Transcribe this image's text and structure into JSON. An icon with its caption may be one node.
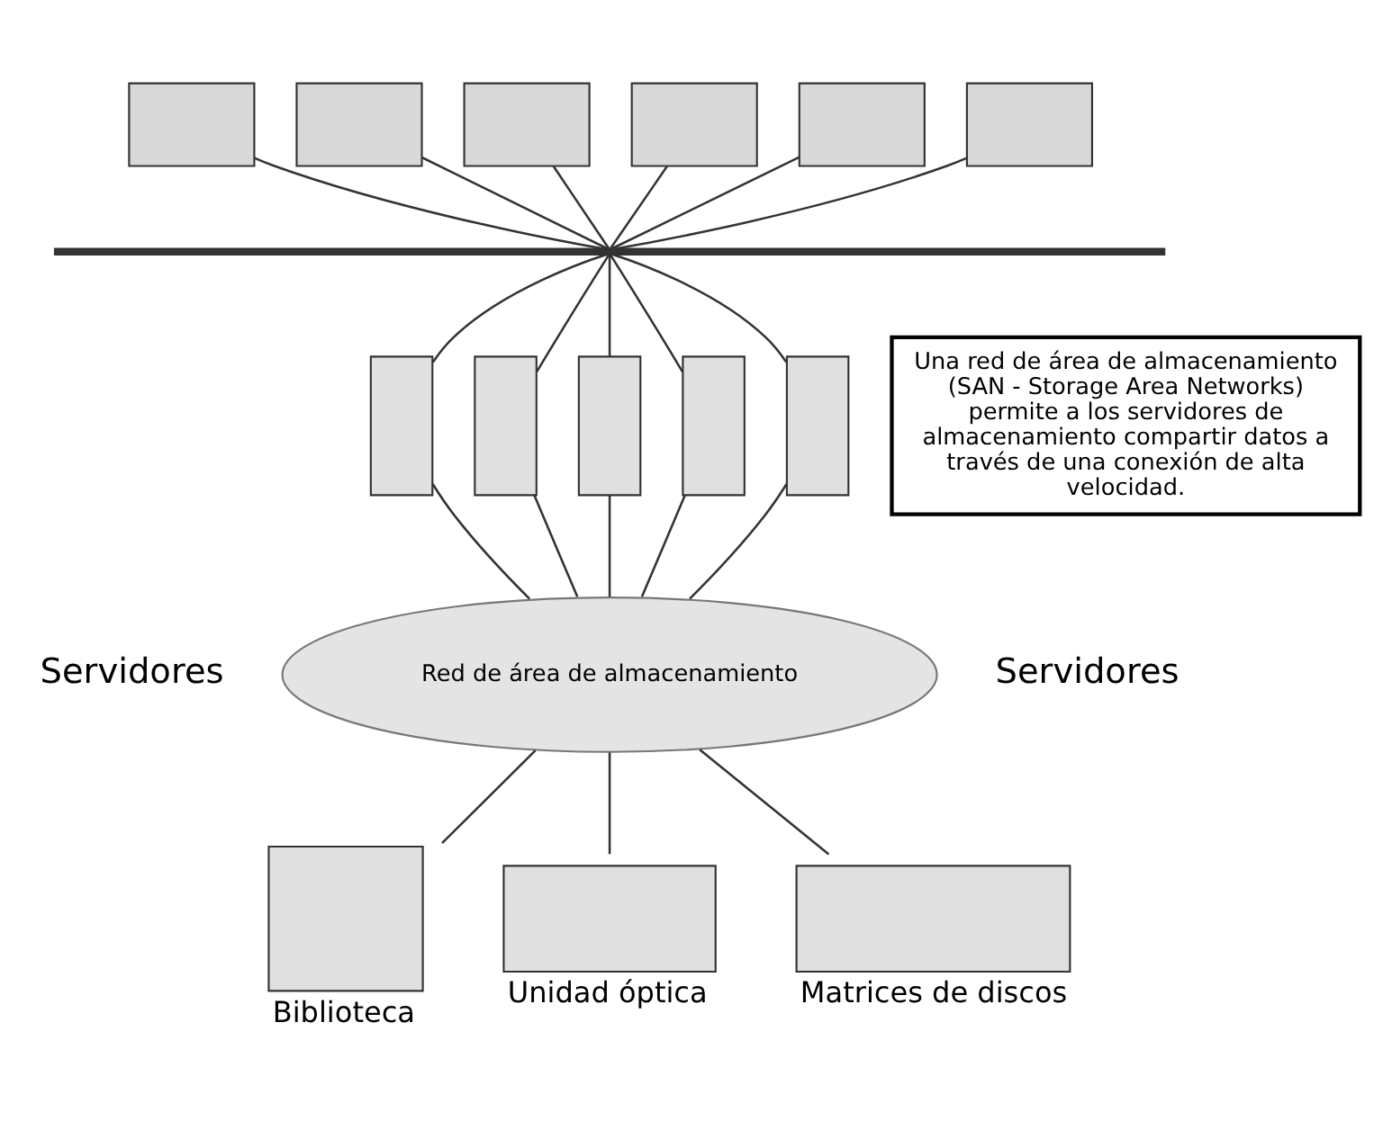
{
  "diagram": {
    "nodes": [
      {
        "text": [],
        "shape": "box"
      },
      {
        "text": [],
        "shape": "box"
      },
      {
        "text": [],
        "shape": "box"
      },
      {
        "text": [],
        "shape": "box"
      },
      {
        "text": [],
        "shape": "box"
      },
      {
        "text": [],
        "shape": "box"
      },
      {
        "text": [],
        "shape": "bar"
      },
      {
        "text": [
          "Una red de área de almacenamiento (SAN - Storage Area Networks) permite a los servidores de almacenamiento compartir datos a través de una conexión de alta velocidad."
        ]
      },
      {
        "text": [],
        "shape": "box"
      },
      {
        "text": [],
        "shape": "box"
      },
      {
        "text": [],
        "shape": "box"
      },
      {
        "text": [],
        "shape": "box"
      },
      {
        "text": [],
        "shape": "box"
      },
      {
        "text": [
          "Red de área de almacenamiento"
        ]
      },
      {
        "text": [],
        "shape": "box",
        "beside": [
          "Biblioteca"
        ]
      },
      {
        "text": [],
        "shape": "box",
        "beside": [
          "Unidad óptica"
        ]
      },
      {
        "text": [],
        "shape": "box",
        "beside": [
          "Matrices de discos"
        ]
      }
    ],
    "edges": [
      {
        "from": 0,
        "to": 6,
        "arrow": "none"
      },
      {
        "from": 1,
        "to": 6,
        "arrow": "none"
      },
      {
        "from": 2,
        "to": 6,
        "arrow": "none"
      },
      {
        "from": 3,
        "to": 6,
        "arrow": "none"
      },
      {
        "from": 4,
        "to": 6,
        "arrow": "none"
      },
      {
        "from": 5,
        "to": 6,
        "arrow": "none"
      },
      {
        "from": 6,
        "to": 8,
        "arrow": "none"
      },
      {
        "from": 6,
        "to": 9,
        "arrow": "none"
      },
      {
        "from": 6,
        "to": 10,
        "arrow": "none"
      },
      {
        "from": 6,
        "to": 11,
        "arrow": "none"
      },
      {
        "from": 6,
        "to": 12,
        "arrow": "none"
      },
      {
        "from": 8,
        "to": 13,
        "arrow": "none"
      },
      {
        "from": 9,
        "to": 13,
        "arrow": "none"
      },
      {
        "from": 10,
        "to": 13,
        "arrow": "none"
      },
      {
        "from": 11,
        "to": 13,
        "arrow": "none"
      },
      {
        "from": 12,
        "to": 13,
        "arrow": "none"
      },
      {
        "from": 13,
        "to": 14,
        "arrow": "none"
      },
      {
        "from": 13,
        "to": 15,
        "arrow": "none"
      },
      {
        "from": 13,
        "to": 16,
        "arrow": "none"
      }
    ],
    "labels": [
      "Servidores",
      "Servidores"
    ]
  }
}
